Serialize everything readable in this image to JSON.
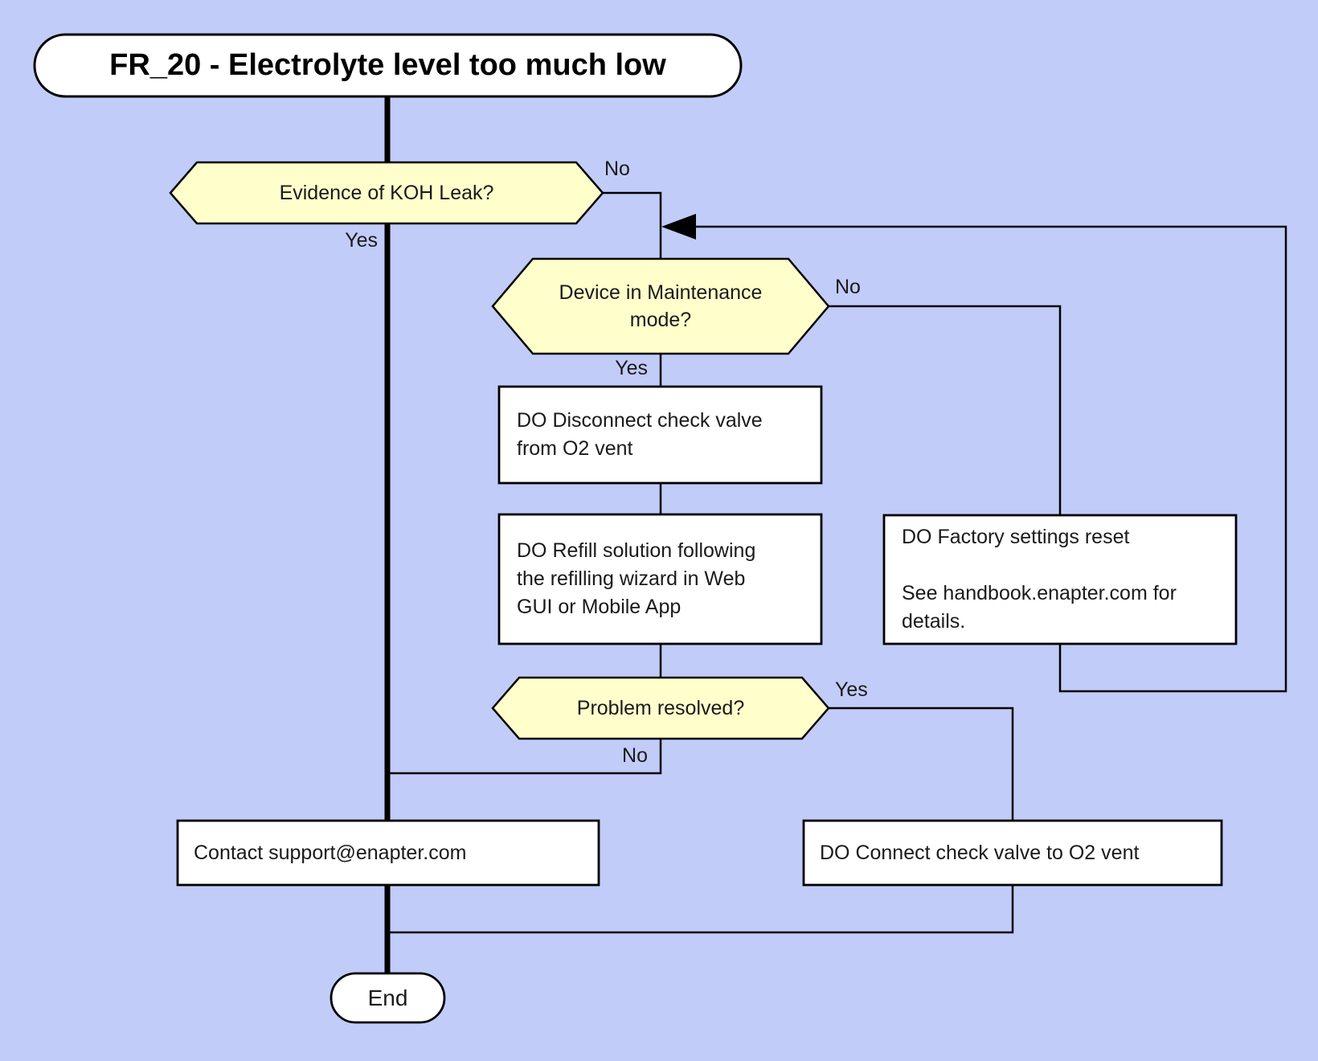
{
  "colors": {
    "background": "#c2ccf8",
    "node_fill": "#ffffff",
    "decision_fill": "#ffffcc",
    "stroke": "#000000",
    "text": "#1a1a1a"
  },
  "nodes": {
    "start": "FR_20 - Electrolyte level too much low",
    "koh_leak": "Evidence of KOH Leak?",
    "maintenance": "Device in Maintenance\nmode?",
    "disconnect": "DO Disconnect check valve\nfrom O2 vent",
    "refill": "DO Refill solution following\nthe refilling wizard in Web\nGUI or Mobile App",
    "factory_reset": "DO Factory settings reset\n\nSee handbook.enapter.com for\ndetails.",
    "problem_resolved": "Problem resolved?",
    "contact": "Contact support@enapter.com",
    "connect": "DO Connect check valve to O2 vent",
    "end": "End"
  },
  "edge_labels": {
    "koh_no": "No",
    "koh_yes": "Yes",
    "maintenance_no": "No",
    "maintenance_yes": "Yes",
    "problem_yes": "Yes",
    "problem_no": "No"
  }
}
